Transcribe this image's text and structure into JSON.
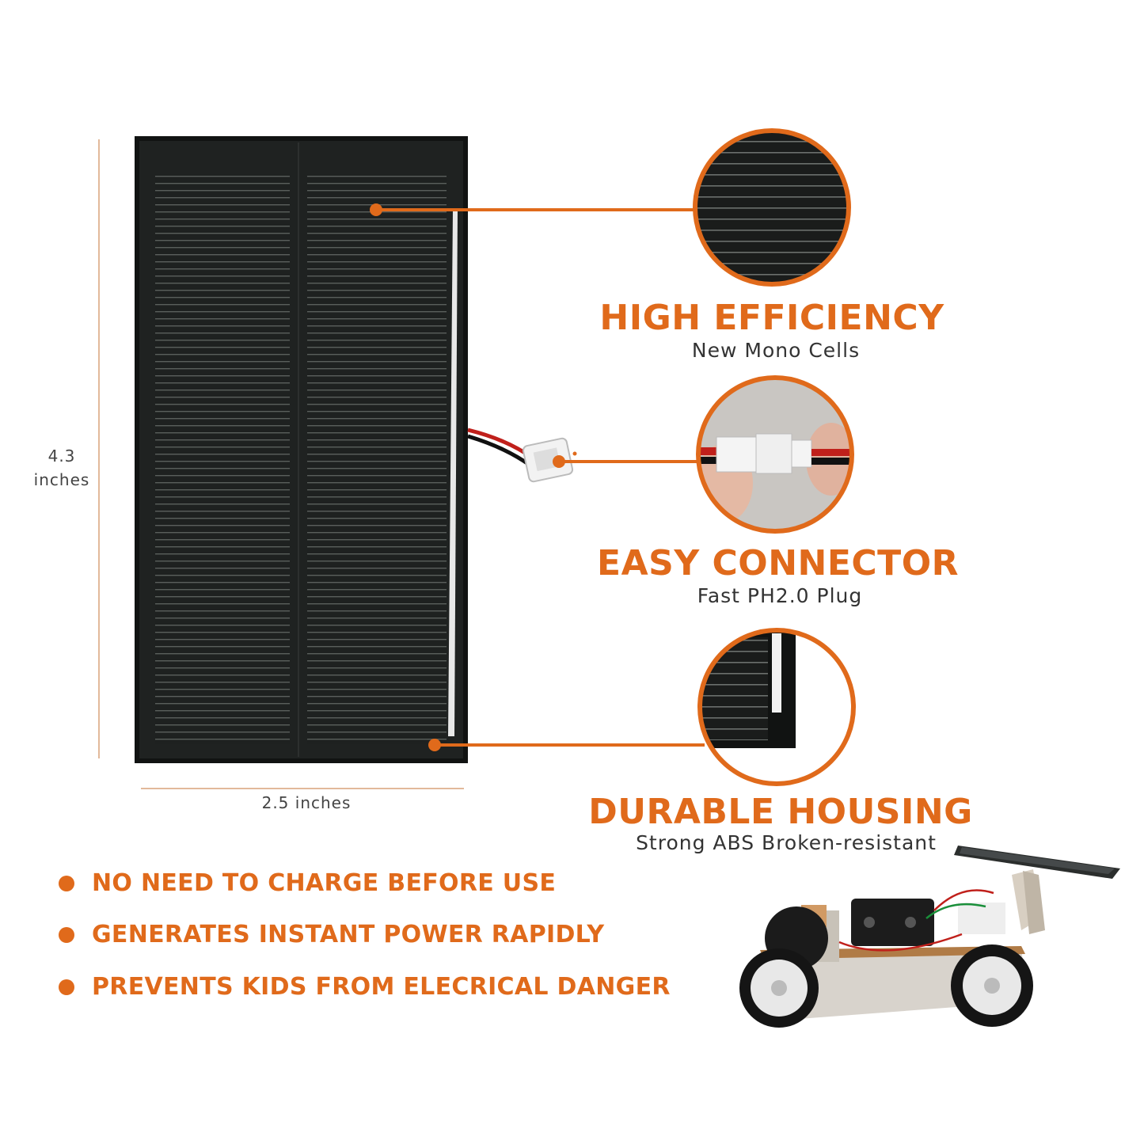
{
  "colors": {
    "accent": "#e06a1b",
    "panel": "#1c1f1d",
    "text": "#333333"
  },
  "dimensions": {
    "height_value": "4.3",
    "height_unit": "inches",
    "width_label": "2.5 inches"
  },
  "features": [
    {
      "title": "HIGH EFFICIENCY",
      "subtitle": "New Mono Cells",
      "icon": "solar-cell-closeup-icon"
    },
    {
      "title": "EASY CONNECTOR",
      "subtitle": "Fast PH2.0 Plug",
      "icon": "connector-plug-closeup-icon"
    },
    {
      "title": "DURABLE HOUSING",
      "subtitle": "Strong ABS Broken-resistant",
      "icon": "panel-edge-closeup-icon"
    }
  ],
  "bullets": [
    "NO NEED TO CHARGE BEFORE USE",
    "GENERATES INSTANT POWER RAPIDLY",
    "PREVENTS KIDS FROM ELECRICAL DANGER"
  ]
}
